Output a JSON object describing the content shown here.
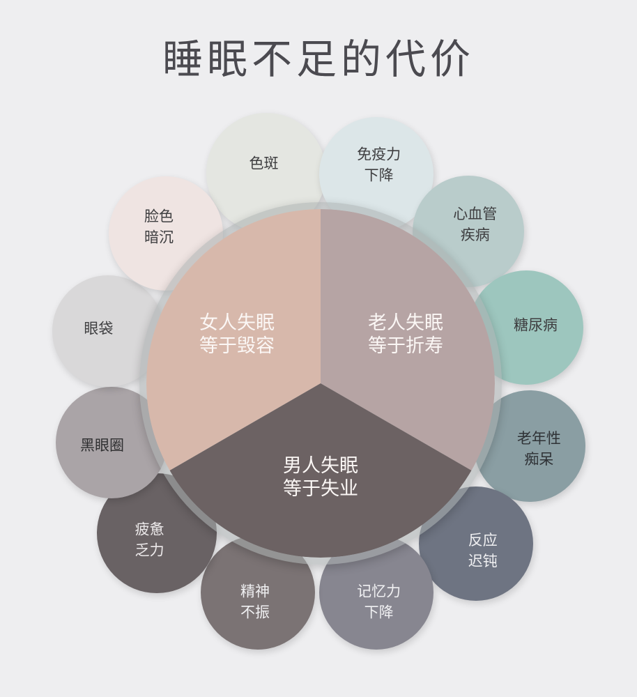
{
  "title": "睡眠不足的代价",
  "center": {
    "segments": [
      {
        "line1": "女人失眠",
        "line2": "等于毁容",
        "color": "#d7b8ab"
      },
      {
        "line1": "老人失眠",
        "line2": "等于折寿",
        "color": "#b6a4a4"
      },
      {
        "line1": "男人失眠",
        "line2": "等于失业",
        "color": "#6c6263"
      }
    ]
  },
  "petals": [
    {
      "line1": "色斑",
      "line2": "",
      "color": "#e4e6e1",
      "text_color": "#3e3e40"
    },
    {
      "line1": "免疫力",
      "line2": "下降",
      "color": "#dce6e8",
      "text_color": "#3e3e40"
    },
    {
      "line1": "心血管",
      "line2": "疾病",
      "color": "#b9cccb",
      "text_color": "#3e3e40"
    },
    {
      "line1": "糖尿病",
      "line2": "",
      "color": "#9dc6be",
      "text_color": "#3e3e40"
    },
    {
      "line1": "老年性",
      "line2": "痴呆",
      "color": "#8a9ea3",
      "text_color": "#2f3236"
    },
    {
      "line1": "反应",
      "line2": "迟钝",
      "color": "#6e7482",
      "text_color": "#f0f0f2"
    },
    {
      "line1": "记忆力",
      "line2": "下降",
      "color": "#878690",
      "text_color": "#f0f0f2"
    },
    {
      "line1": "精神",
      "line2": "不振",
      "color": "#7b7374",
      "text_color": "#f0f0f2"
    },
    {
      "line1": "疲惫",
      "line2": "乏力",
      "color": "#696264",
      "text_color": "#ece9ea"
    },
    {
      "line1": "黑眼圈",
      "line2": "",
      "color": "#aaa4a7",
      "text_color": "#2f2f31"
    },
    {
      "line1": "眼袋",
      "line2": "",
      "color": "#d9d8d9",
      "text_color": "#3e3e40"
    },
    {
      "line1": "脸色",
      "line2": "暗沉",
      "color": "#efe4e2",
      "text_color": "#3e3e40"
    }
  ]
}
